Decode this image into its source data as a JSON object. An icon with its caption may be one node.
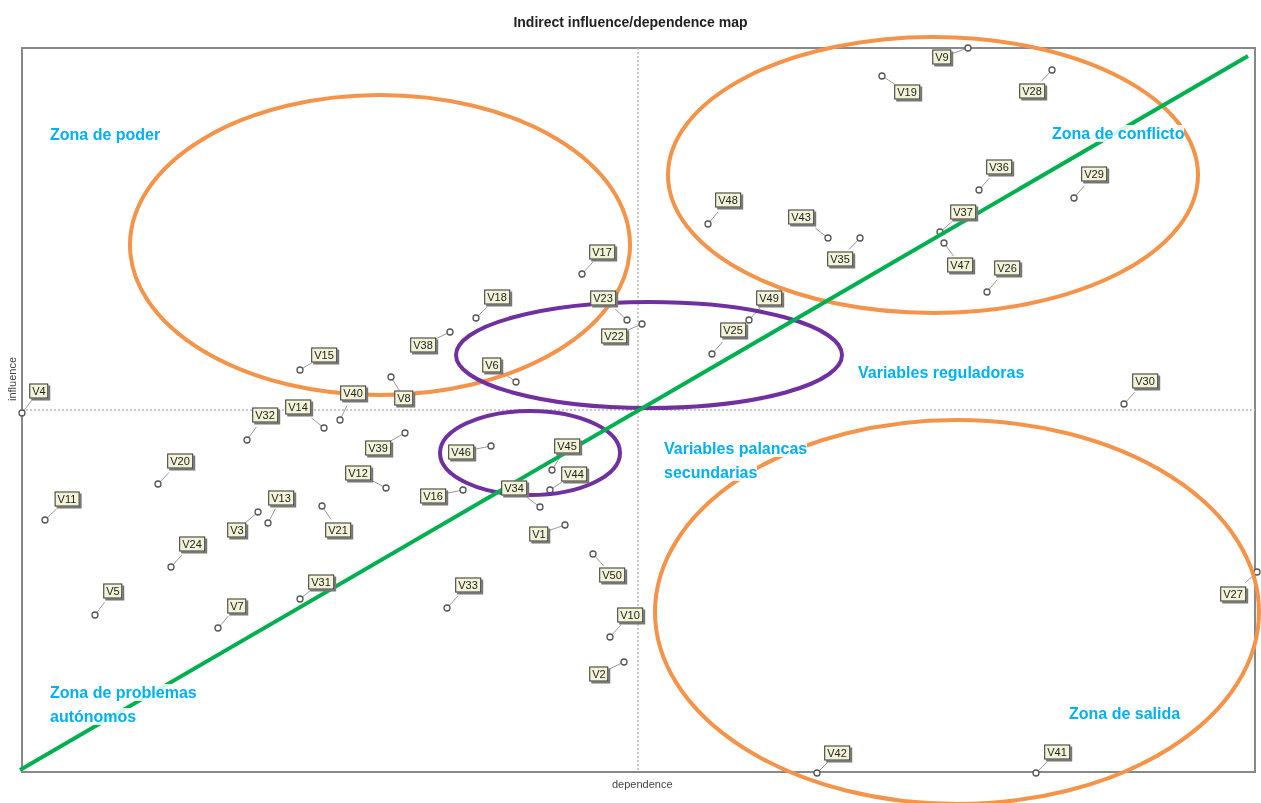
{
  "diagram": {
    "title": "Indirect influence/dependence map",
    "labels": [
      "V9",
      "V19",
      "V28",
      "Zona de poder",
      "Zona de conflicto",
      "V36",
      "V29",
      "V48",
      "V43",
      "V37",
      "V35",
      "V47",
      "V17",
      "V26",
      "V18",
      "V23",
      "V49",
      "V25",
      "V22",
      "V38",
      "V15",
      "V6",
      "Variables reguladoras",
      "influence",
      "V4",
      "V40",
      "V8",
      "V30",
      "V14",
      "V32",
      "V39",
      "V46",
      "V45",
      "Variables palancas secundarias",
      "V20",
      "V12",
      "V44",
      "V11",
      "V13",
      "V16",
      "V34",
      "V24",
      "V3",
      "V21",
      "V1",
      "V50",
      "V5",
      "V31",
      "V33",
      "V27",
      "V7",
      "V10",
      "V2",
      "Zona de problemas autónomos",
      "Zona de salida",
      "V42",
      "V41",
      "dependence"
    ]
  }
}
